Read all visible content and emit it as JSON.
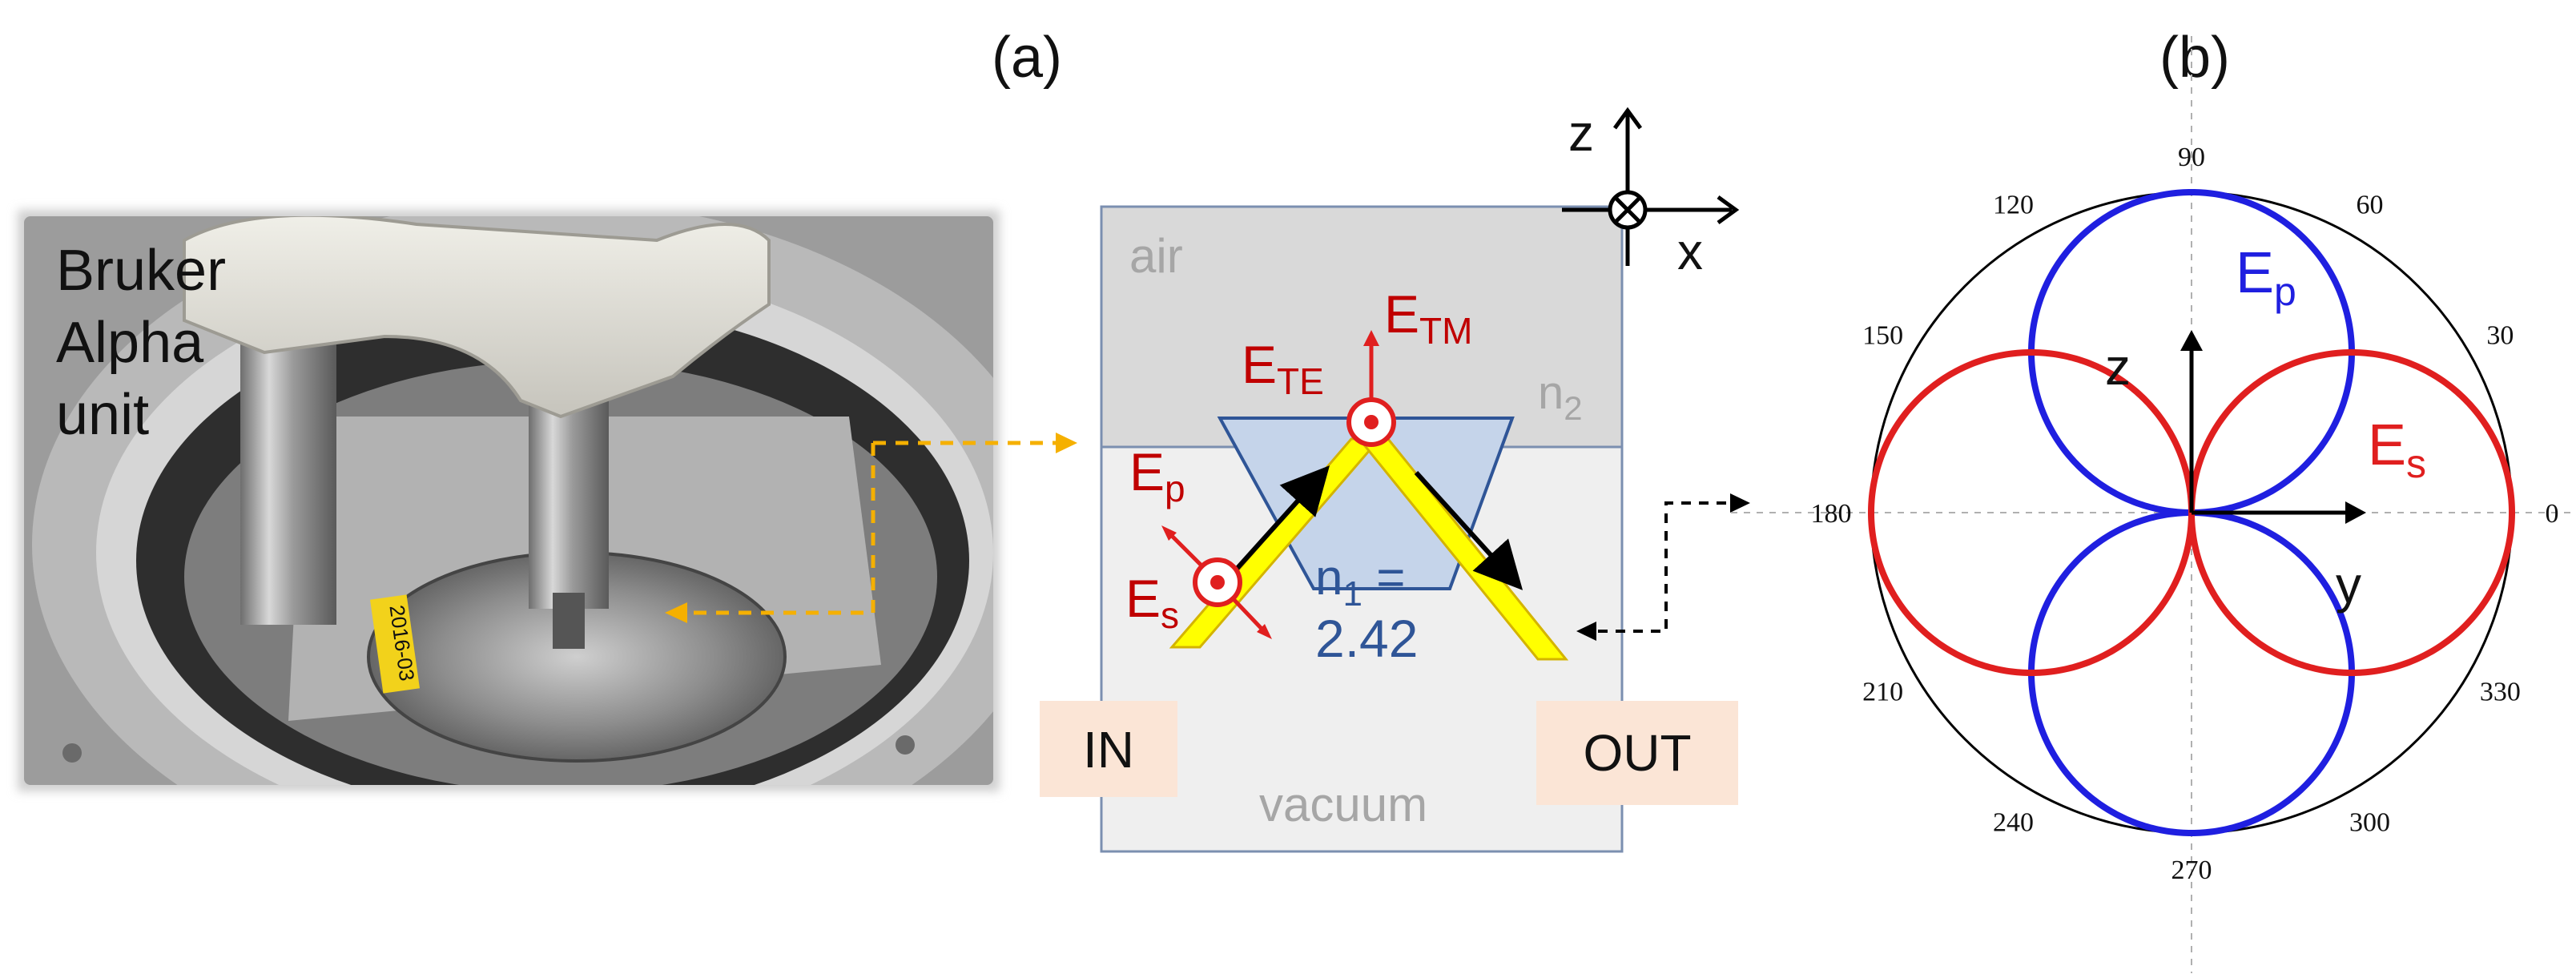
{
  "panel_a": {
    "label": "(a)",
    "photo": {
      "caption_lines": [
        "Bruker",
        "Alpha",
        "unit"
      ],
      "sticker_text": "2016-03"
    },
    "schematic": {
      "medium_top": "air",
      "medium_bottom": "vacuum",
      "index_upper": {
        "base": "n",
        "sub": "2"
      },
      "index_prism": {
        "base": "n",
        "sub": "1",
        "suffix": " ="
      },
      "prism_value": "2.42",
      "field_te": {
        "base": "E",
        "sub": "TE"
      },
      "field_tm": {
        "base": "E",
        "sub": "TM"
      },
      "field_p": {
        "base": "E",
        "sub": "p"
      },
      "field_s": {
        "base": "E",
        "sub": "s"
      },
      "in_label": "IN",
      "out_label": "OUT"
    },
    "axes": {
      "z": "z",
      "x": "x"
    }
  },
  "panel_b": {
    "label": "(b)",
    "chart_data": {
      "type": "polar",
      "angle_ticks": [
        "0",
        "30",
        "60",
        "90",
        "120",
        "150",
        "180",
        "210",
        "240",
        "270",
        "300",
        "330"
      ],
      "axis_labels": {
        "vertical": "z",
        "horizontal": "y"
      },
      "series": [
        {
          "name": "E_p",
          "label": {
            "base": "E",
            "sub": "p"
          },
          "color": "#1f1fe0",
          "formula": "r = |sin(theta)|",
          "lobes_at_deg": [
            90,
            270
          ],
          "r_max": 1.0
        },
        {
          "name": "E_s",
          "label": {
            "base": "E",
            "sub": "s"
          },
          "color": "#e01f1f",
          "formula": "r = |cos(theta)|",
          "lobes_at_deg": [
            0,
            180
          ],
          "r_max": 1.0
        }
      ],
      "rlim": [
        0,
        1
      ],
      "grid": "dashed crosshair"
    }
  },
  "colors": {
    "field_red": "#c00000",
    "index_blue": "#2f5597",
    "beam_yellow": "#ffff00",
    "beam_outline": "#d4b400",
    "arrow_orange": "#f5b000",
    "box_fill_air": "#d9d9d9",
    "box_fill_vacuum": "#efefef",
    "label_box": "#fbe5d6"
  }
}
